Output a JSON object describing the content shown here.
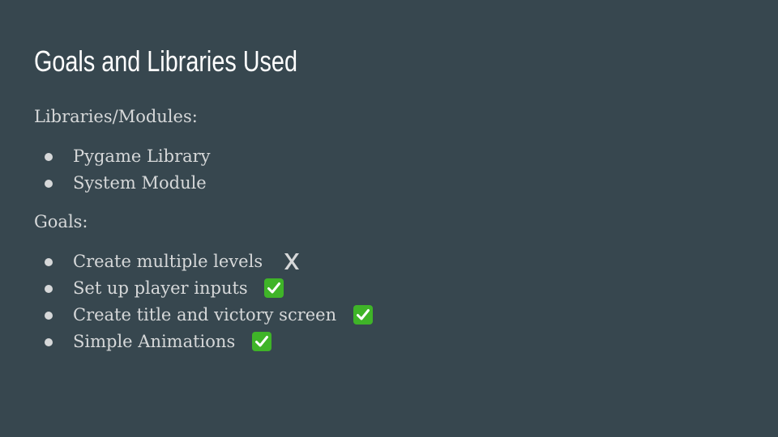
{
  "slide": {
    "title": "Goals and Libraries Used",
    "libraries_heading": "Libraries/Modules:",
    "libraries": [
      {
        "label": "Pygame Library"
      },
      {
        "label": "System Module"
      }
    ],
    "goals_heading": "Goals:",
    "goals": [
      {
        "label": "Create multiple levels",
        "status": "cross-icon"
      },
      {
        "label": "Set up player inputs",
        "status": "check-icon"
      },
      {
        "label": "Create title and victory screen",
        "status": "check-icon"
      },
      {
        "label": "Simple Animations",
        "status": "check-icon"
      }
    ]
  },
  "colors": {
    "background": "#37474f",
    "title": "#ffffff",
    "body_text": "#d6d8d9",
    "check": "#3fb428",
    "cross": "#d6d8d9"
  }
}
